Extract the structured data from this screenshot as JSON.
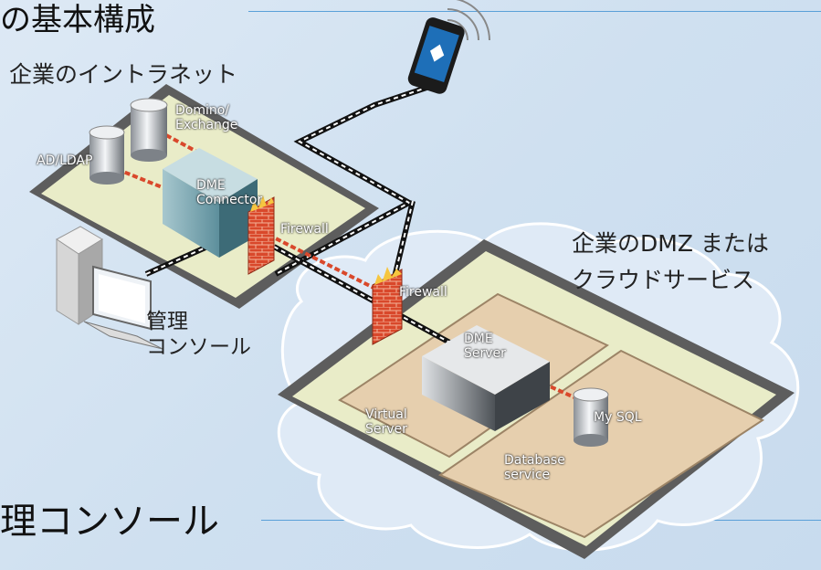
{
  "headings": {
    "top": "の基本構成",
    "bottom": "理コンソール"
  },
  "labels": {
    "intranet": "企業のイントラネット",
    "domino": "Domino/\nExchange",
    "adldap": "AD/LDAP",
    "dme_connector": "DME\nConnector",
    "firewall_intranet": "Firewall",
    "mgmt_console": "管理\nコンソール",
    "dmz_cloud": "企業のDMZ または\nクラウドサービス",
    "firewall_dmz": "Firewall",
    "dme_server": "DME\nServer",
    "virtual_server": "Virtual\nServer",
    "mysql": "My SQL",
    "database_service": "Database\nservice"
  },
  "colors": {
    "accent_line": "#5aa0d8",
    "firewall": "#d9482b",
    "platform": "#e9ecc8",
    "sub_platform": "#e6cfae"
  }
}
